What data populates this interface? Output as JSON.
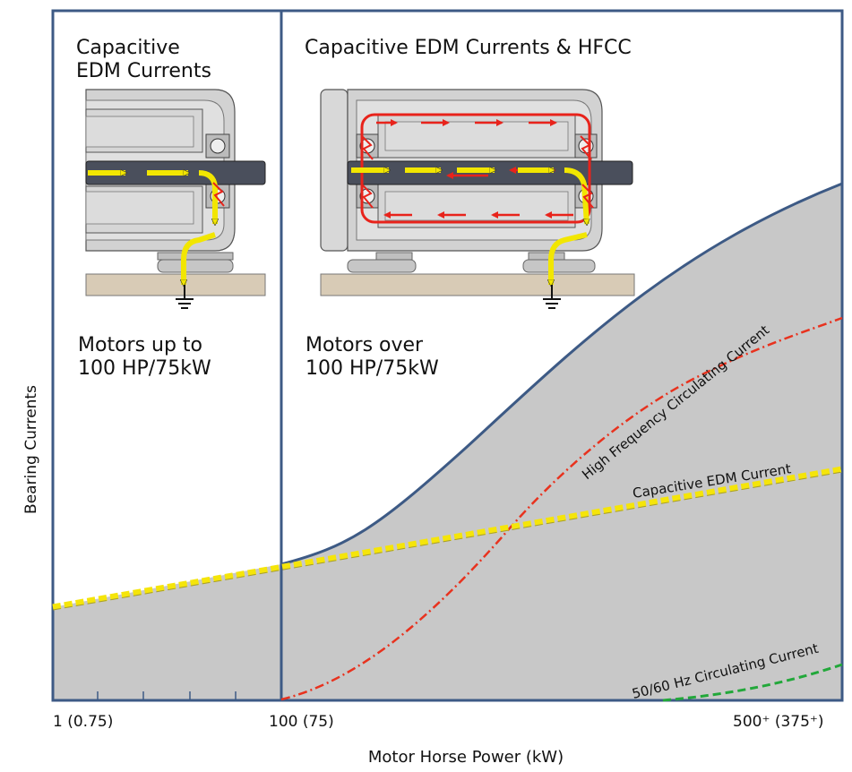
{
  "axes": {
    "ylabel": "Bearing Currents",
    "xlabel": "Motor Horse Power  (kW)",
    "xticks": [
      "1 (0.75)",
      "100 (75)",
      "500⁺ (375⁺)"
    ]
  },
  "left_panel": {
    "title_line1": "Capacitive",
    "title_line2": "EDM Currents",
    "caption_line1": "Motors up to",
    "caption_line2": "100 HP/75kW"
  },
  "right_panel": {
    "title": "Capacitive EDM Currents & HFCC",
    "caption_line1": "Motors over",
    "caption_line2": "100 HP/75kW"
  },
  "curves": {
    "hfcc_label": "High Frequency Circulating Current",
    "edm_label": "Capacitive EDM Current",
    "linefreq_label": "50/60 Hz Circulating Current"
  },
  "colors": {
    "frame": "#3d5a85",
    "fill": "#c8c8c8",
    "edm_line": "#f5e50a",
    "hfcc_line": "#e8321e",
    "linefreq_line": "#22a83a",
    "arrow_yellow": "#f2e600",
    "arrow_red": "#e8231b"
  },
  "icons": {
    "motor": "motor-cutaway-icon",
    "ground": "ground-symbol-icon"
  }
}
